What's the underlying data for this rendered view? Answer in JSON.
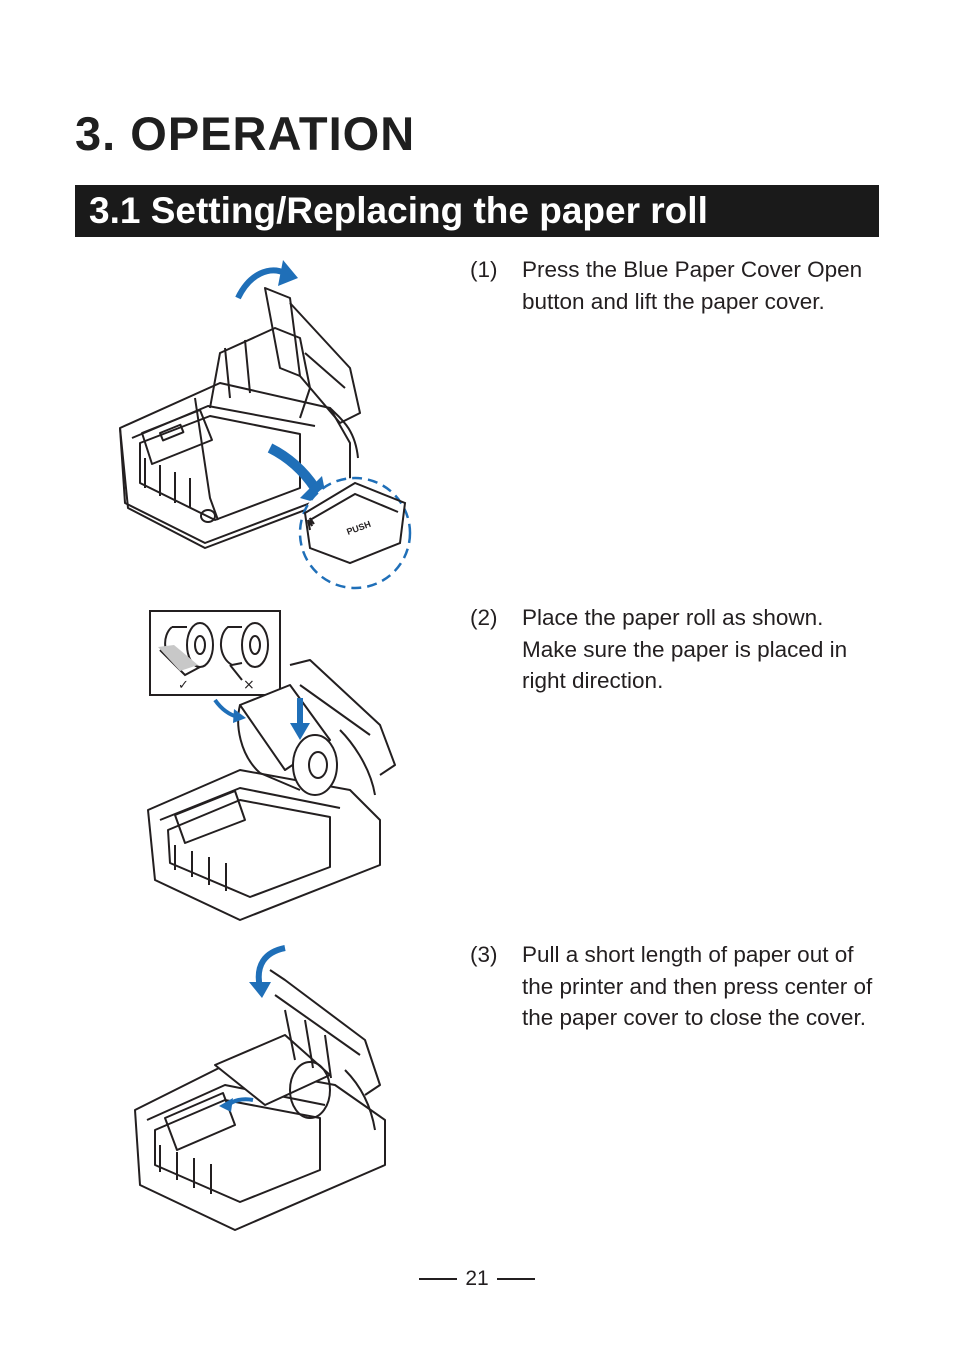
{
  "chapter": {
    "title": "3. OPERATION"
  },
  "section": {
    "title": "3.1  Setting/Replacing the paper roll"
  },
  "steps": [
    {
      "number": "(1)",
      "text": "Press the Blue Paper Cover Open button and lift the paper cover."
    },
    {
      "number": "(2)",
      "text": "Place the paper roll as shown. Make sure the paper is placed in right direction."
    },
    {
      "number": "(3)",
      "text": "Pull a short length of paper out of the printer and then press center of the paper cover to close the cover."
    }
  ],
  "illustrations": {
    "push_label": "PUSH",
    "correct_mark": "✓",
    "wrong_mark": "×"
  },
  "colors": {
    "accent_blue": "#1f6fb8",
    "bar": "#1a1a1a"
  },
  "page": {
    "number": "21"
  }
}
